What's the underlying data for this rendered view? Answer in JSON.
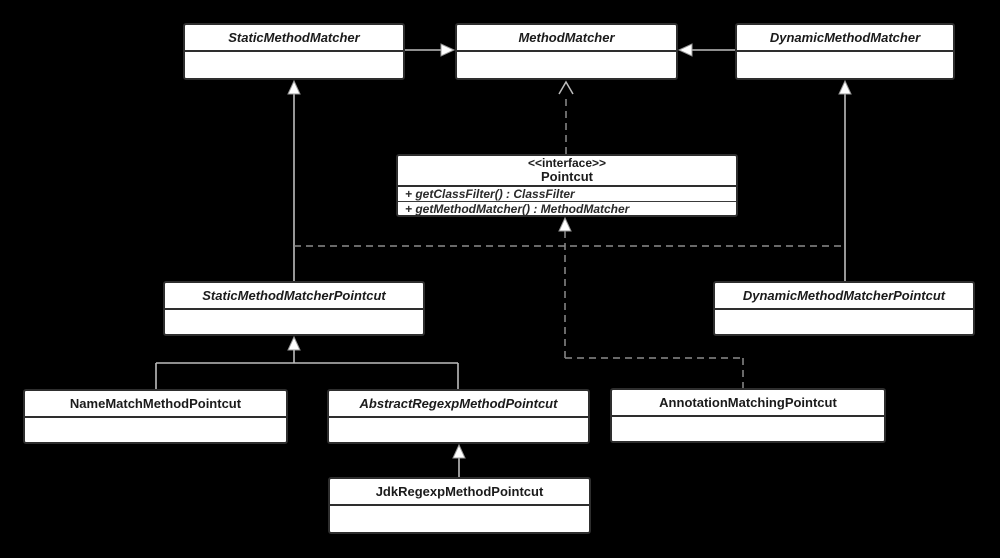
{
  "diagram": {
    "type": "uml-class-diagram",
    "colors": {
      "background": "#000000",
      "box_fill": "#ffffff",
      "box_border": "#2e2e2e",
      "solid_line": "#bdbdbd",
      "dashed_line": "#8c8c8c",
      "arrow_fill": "#ffffff",
      "text": "#1b1b1b"
    },
    "boxes": {
      "staticMethodMatcher": {
        "title": "StaticMethodMatcher",
        "abstract": true
      },
      "methodMatcher": {
        "title": "MethodMatcher",
        "abstract": true
      },
      "dynamicMethodMatcher": {
        "title": "DynamicMethodMatcher",
        "abstract": true
      },
      "pointcut": {
        "stereotype": "<<interface>>",
        "title": "Pointcut",
        "abstract": false,
        "methods": [
          "+ getClassFilter() : ClassFilter",
          "+ getMethodMatcher() : MethodMatcher"
        ]
      },
      "staticMethodMatcherPointcut": {
        "title": "StaticMethodMatcherPointcut",
        "abstract": true
      },
      "dynamicMethodMatcherPointcut": {
        "title": "DynamicMethodMatcherPointcut",
        "abstract": true
      },
      "nameMatchMethodPointcut": {
        "title": "NameMatchMethodPointcut",
        "abstract": false
      },
      "abstractRegexpMethodPointcut": {
        "title": "AbstractRegexpMethodPointcut",
        "abstract": true
      },
      "annotationMatchingPointcut": {
        "title": "AnnotationMatchingPointcut",
        "abstract": false
      },
      "jdkRegexpMethodPointcut": {
        "title": "JdkRegexpMethodPointcut",
        "abstract": false
      }
    },
    "relationships": [
      {
        "from": "StaticMethodMatcher",
        "to": "MethodMatcher",
        "type": "generalization",
        "line": "solid"
      },
      {
        "from": "DynamicMethodMatcher",
        "to": "MethodMatcher",
        "type": "generalization",
        "line": "solid"
      },
      {
        "from": "Pointcut",
        "to": "MethodMatcher",
        "type": "dependency",
        "line": "dashed"
      },
      {
        "from": "StaticMethodMatcherPointcut",
        "to": "StaticMethodMatcher",
        "type": "generalization",
        "line": "solid"
      },
      {
        "from": "StaticMethodMatcherPointcut",
        "to": "Pointcut",
        "type": "realization",
        "line": "dashed"
      },
      {
        "from": "DynamicMethodMatcherPointcut",
        "to": "DynamicMethodMatcher",
        "type": "generalization",
        "line": "solid"
      },
      {
        "from": "DynamicMethodMatcherPointcut",
        "to": "Pointcut",
        "type": "realization",
        "line": "dashed"
      },
      {
        "from": "AnnotationMatchingPointcut",
        "to": "Pointcut",
        "type": "realization",
        "line": "dashed"
      },
      {
        "from": "NameMatchMethodPointcut",
        "to": "StaticMethodMatcherPointcut",
        "type": "generalization",
        "line": "solid"
      },
      {
        "from": "AbstractRegexpMethodPointcut",
        "to": "StaticMethodMatcherPointcut",
        "type": "generalization",
        "line": "solid"
      },
      {
        "from": "JdkRegexpMethodPointcut",
        "to": "AbstractRegexpMethodPointcut",
        "type": "generalization",
        "line": "solid"
      }
    ]
  }
}
